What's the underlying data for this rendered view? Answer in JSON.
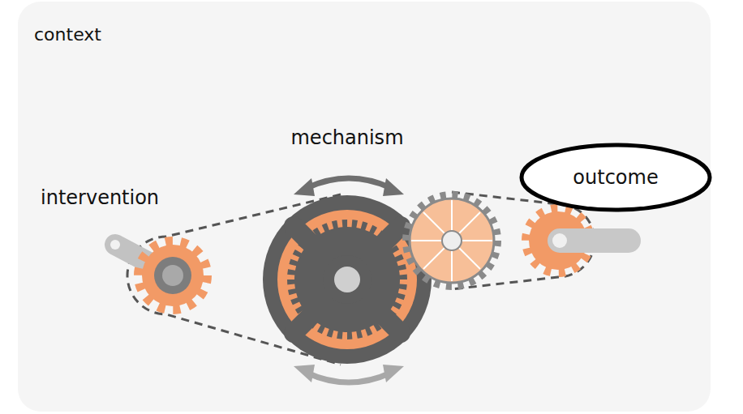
{
  "diagram": {
    "nodes": [
      {
        "text": [
          "context"
        ]
      },
      {
        "text": [
          "outcome"
        ],
        "in": 0
      }
    ],
    "labels": [
      "mechanism",
      "intervention"
    ]
  }
}
